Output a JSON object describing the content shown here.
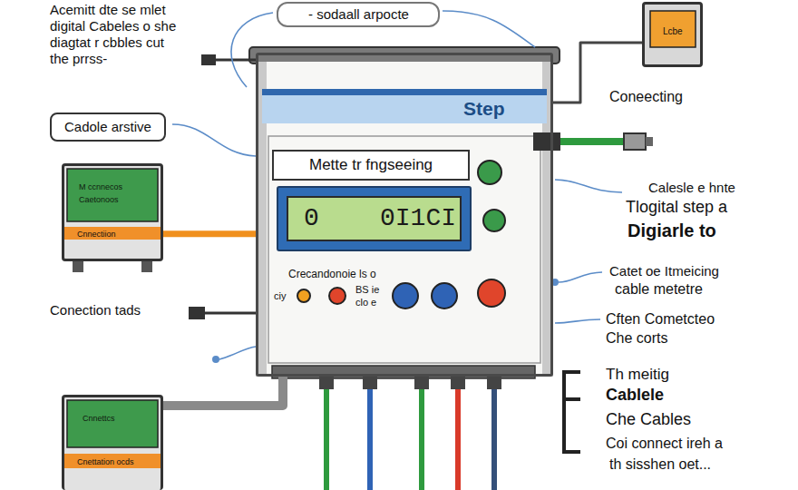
{
  "diagram": {
    "nodes": [
      {
        "text": [
          "- sodaall arpocte"
        ]
      },
      {
        "text": [
          "Lcbe"
        ]
      },
      {
        "text": [
          "Cadole arstive"
        ]
      },
      {
        "text": [
          "M ccnnecos",
          "Caetonoos",
          "Cnnectiion"
        ]
      },
      {
        "text": [
          "Crecandonoie ls o"
        ]
      },
      {
        "text": [
          "Step"
        ],
        "in": 4
      },
      {
        "text": [
          "Mette tr fngseeing"
        ],
        "in": 4
      },
      {
        "text": [
          "0",
          "0I1CI"
        ],
        "in": 4
      },
      {
        "text": [
          "Cnnettcs",
          "Cnettation ocds"
        ]
      }
    ],
    "edges": [
      {
        "from": 3,
        "to": 4,
        "arrow": "none"
      },
      {
        "from": 1,
        "to": 4,
        "arrow": "none"
      },
      {
        "from": 8,
        "to": 4,
        "arrow": "none"
      }
    ],
    "labels": [
      "Acemitt dte se mlet",
      "digital Cabeles o she",
      "diagtat r cbbles cut",
      "the prrss-",
      "Coneecting",
      "Conection tads",
      "Calesle e hnte",
      "Tlogital step a",
      "Digiarle to",
      "Catet oe Itmeicing",
      "cable metetre",
      "Cften Cometcteo",
      "Che corts",
      "Th meitig",
      "Cablele",
      "Che Cables",
      "Coi connect ireh a",
      "th sisshen oet...",
      "ciy",
      "BS ie",
      "clo e"
    ]
  }
}
